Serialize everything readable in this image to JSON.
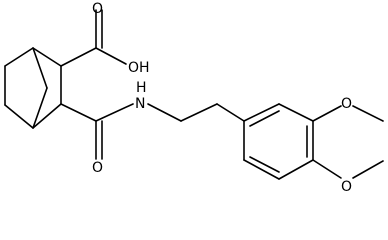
{
  "structure": {
    "labels": {
      "carboxyl_oh": "OH",
      "carboxyl_o": "O",
      "amide_nh": "H",
      "amide_n": "N",
      "amide_o": "O",
      "methoxy_o_top": "O",
      "methoxy_o_bottom": "O"
    }
  },
  "colors": {
    "background": "#ffffff",
    "stroke": "#000000"
  }
}
